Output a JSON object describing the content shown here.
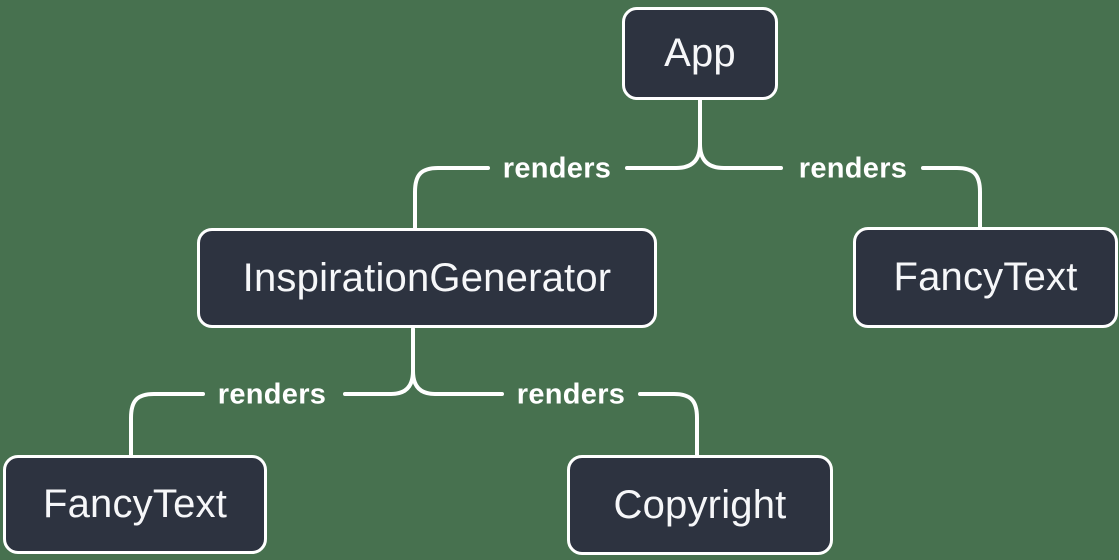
{
  "diagram": {
    "type": "tree",
    "colors": {
      "background": "#47714F",
      "node_fill": "#2D3340",
      "node_border": "#FFFFFF",
      "node_text": "#F6F7F9",
      "edge_line": "#FFFFFF",
      "edge_label_text": "#FFFFFF"
    },
    "nodes": [
      {
        "id": "app",
        "label": "App"
      },
      {
        "id": "inspiration-generator",
        "label": "InspirationGenerator"
      },
      {
        "id": "fancy-text-top",
        "label": "FancyText"
      },
      {
        "id": "fancy-text-bottom",
        "label": "FancyText"
      },
      {
        "id": "copyright",
        "label": "Copyright"
      }
    ],
    "edges": [
      {
        "from": "App",
        "to": "InspirationGenerator",
        "label": "renders"
      },
      {
        "from": "App",
        "to": "FancyText",
        "label": "renders"
      },
      {
        "from": "InspirationGenerator",
        "to": "FancyText",
        "label": "renders"
      },
      {
        "from": "InspirationGenerator",
        "to": "Copyright",
        "label": "renders"
      }
    ]
  }
}
